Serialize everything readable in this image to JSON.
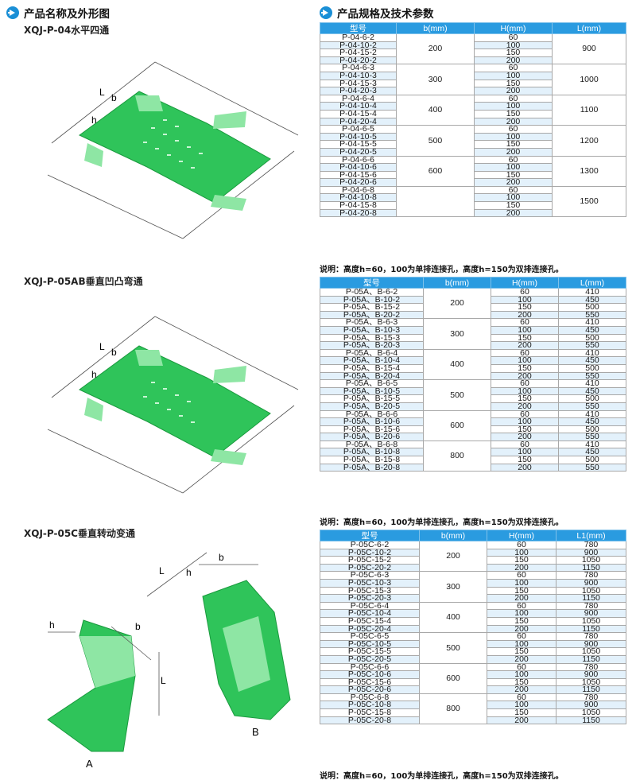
{
  "left_header": "产品名称及外形图",
  "right_header": "产品规格及技术参数",
  "figures": {
    "f1": {
      "title": "XQJ-P-04水平四通",
      "labels": {
        "L": "L",
        "b": "b",
        "h": "h"
      }
    },
    "f2": {
      "title": "XQJ-P-05AB垂直凹凸弯通",
      "labels": {
        "L": "L",
        "b": "b",
        "h": "h"
      }
    },
    "f3": {
      "title": "XQJ-P-05C垂直转动变通",
      "labels": {
        "L": "L",
        "b": "b",
        "h": "h",
        "A": "A",
        "B": "B"
      }
    }
  },
  "tables": [
    {
      "headers": [
        "型号",
        "b(mm)",
        "H(mm)",
        "L(mm)"
      ],
      "groups": [
        {
          "b": "200",
          "l": "900",
          "rows": [
            [
              "P-04-6-2",
              "60"
            ],
            [
              "P-04-10-2",
              "100"
            ],
            [
              "P-04-15-2",
              "150"
            ],
            [
              "P-04-20-2",
              "200"
            ]
          ]
        },
        {
          "b": "300",
          "l": "1000",
          "rows": [
            [
              "P-04-6-3",
              "60"
            ],
            [
              "P-04-10-3",
              "100"
            ],
            [
              "P-04-15-3",
              "150"
            ],
            [
              "P-04-20-3",
              "200"
            ]
          ]
        },
        {
          "b": "400",
          "l": "1100",
          "rows": [
            [
              "P-04-6-4",
              "60"
            ],
            [
              "P-04-10-4",
              "100"
            ],
            [
              "P-04-15-4",
              "150"
            ],
            [
              "P-04-20-4",
              "200"
            ]
          ]
        },
        {
          "b": "500",
          "l": "1200",
          "rows": [
            [
              "P-04-6-5",
              "60"
            ],
            [
              "P-04-10-5",
              "100"
            ],
            [
              "P-04-15-5",
              "150"
            ],
            [
              "P-04-20-5",
              "200"
            ]
          ]
        },
        {
          "b": "600",
          "l": "1300",
          "rows": [
            [
              "P-04-6-6",
              "60"
            ],
            [
              "P-04-10-6",
              "100"
            ],
            [
              "P-04-15-6",
              "150"
            ],
            [
              "P-04-20-6",
              "200"
            ]
          ]
        },
        {
          "b": "",
          "l": "1500",
          "rows": [
            [
              "P-04-6-8",
              "60"
            ],
            [
              "P-04-10-8",
              "100"
            ],
            [
              "P-04-15-8",
              "150"
            ],
            [
              "P-04-20-8",
              "200"
            ]
          ]
        }
      ],
      "note": "说明：高度h=60，100为单排连接孔，高度h=150为双排连接孔。"
    },
    {
      "headers": [
        "型号",
        "b(mm)",
        "H(mm)",
        "L(mm)"
      ],
      "groups": [
        {
          "b": "200",
          "rows": [
            [
              "P-05A、B-6-2",
              "60",
              "410"
            ],
            [
              "P-05A、B-10-2",
              "100",
              "450"
            ],
            [
              "P-05A、B-15-2",
              "150",
              "500"
            ],
            [
              "P-05A、B-20-2",
              "200",
              "550"
            ]
          ]
        },
        {
          "b": "300",
          "rows": [
            [
              "P-05A、B-6-3",
              "60",
              "410"
            ],
            [
              "P-05A、B-10-3",
              "100",
              "450"
            ],
            [
              "P-05A、B-15-3",
              "150",
              "500"
            ],
            [
              "P-05A、B-20-3",
              "200",
              "550"
            ]
          ]
        },
        {
          "b": "400",
          "rows": [
            [
              "P-05A、B-6-4",
              "60",
              "410"
            ],
            [
              "P-05A、B-10-4",
              "100",
              "450"
            ],
            [
              "P-05A、B-15-4",
              "150",
              "500"
            ],
            [
              "P-05A、B-20-4",
              "200",
              "550"
            ]
          ]
        },
        {
          "b": "500",
          "rows": [
            [
              "P-05A、B-6-5",
              "60",
              "410"
            ],
            [
              "P-05A、B-10-5",
              "100",
              "450"
            ],
            [
              "P-05A、B-15-5",
              "150",
              "500"
            ],
            [
              "P-05A、B-20-5",
              "200",
              "550"
            ]
          ]
        },
        {
          "b": "600",
          "rows": [
            [
              "P-05A、B-6-6",
              "60",
              "410"
            ],
            [
              "P-05A、B-10-6",
              "100",
              "450"
            ],
            [
              "P-05A、B-15-6",
              "150",
              "500"
            ],
            [
              "P-05A、B-20-6",
              "200",
              "550"
            ]
          ]
        },
        {
          "b": "800",
          "rows": [
            [
              "P-05A、B-6-8",
              "60",
              "410"
            ],
            [
              "P-05A、B-10-8",
              "100",
              "450"
            ],
            [
              "P-05A、B-15-8",
              "150",
              "500"
            ],
            [
              "P-05A、B-20-8",
              "200",
              "550"
            ]
          ]
        }
      ],
      "note": "说明：高度h=60，100为单排连接孔，高度h=150为双排连接孔。"
    },
    {
      "headers": [
        "型号",
        "b(mm)",
        "H(mm)",
        "L1(mm)"
      ],
      "groups": [
        {
          "b": "200",
          "rows": [
            [
              "P-05C-6-2",
              "60",
              "780"
            ],
            [
              "P-05C-10-2",
              "100",
              "900"
            ],
            [
              "P-05C-15-2",
              "150",
              "1050"
            ],
            [
              "P-05C-20-2",
              "200",
              "1150"
            ]
          ]
        },
        {
          "b": "300",
          "rows": [
            [
              "P-05C-6-3",
              "60",
              "780"
            ],
            [
              "P-05C-10-3",
              "100",
              "900"
            ],
            [
              "P-05C-15-3",
              "150",
              "1050"
            ],
            [
              "P-05C-20-3",
              "200",
              "1150"
            ]
          ]
        },
        {
          "b": "400",
          "rows": [
            [
              "P-05C-6-4",
              "60",
              "780"
            ],
            [
              "P-05C-10-4",
              "100",
              "900"
            ],
            [
              "P-05C-15-4",
              "150",
              "1050"
            ],
            [
              "P-05C-20-4",
              "200",
              "1150"
            ]
          ]
        },
        {
          "b": "500",
          "rows": [
            [
              "P-05C-6-5",
              "60",
              "780"
            ],
            [
              "P-05C-10-5",
              "100",
              "900"
            ],
            [
              "P-05C-15-5",
              "150",
              "1050"
            ],
            [
              "P-05C-20-5",
              "200",
              "1150"
            ]
          ]
        },
        {
          "b": "600",
          "rows": [
            [
              "P-05C-6-6",
              "60",
              "780"
            ],
            [
              "P-05C-10-6",
              "100",
              "900"
            ],
            [
              "P-05C-15-6",
              "150",
              "1050"
            ],
            [
              "P-05C-20-6",
              "200",
              "1150"
            ]
          ]
        },
        {
          "b": "800",
          "rows": [
            [
              "P-05C-6-8",
              "60",
              "780"
            ],
            [
              "P-05C-10-8",
              "100",
              "900"
            ],
            [
              "P-05C-15-8",
              "150",
              "1050"
            ],
            [
              "P-05C-20-8",
              "200",
              "1150"
            ]
          ]
        }
      ],
      "note": "说明：高度h=60，100为单排连接孔，高度h=150为双排连接孔。"
    }
  ],
  "colors": {
    "green": "#2fc45a",
    "green_light": "#8ee6a4",
    "green_dark": "#1a9a3e",
    "header_blue": "#2a9be0",
    "row_blue": "#e3f1fb"
  }
}
